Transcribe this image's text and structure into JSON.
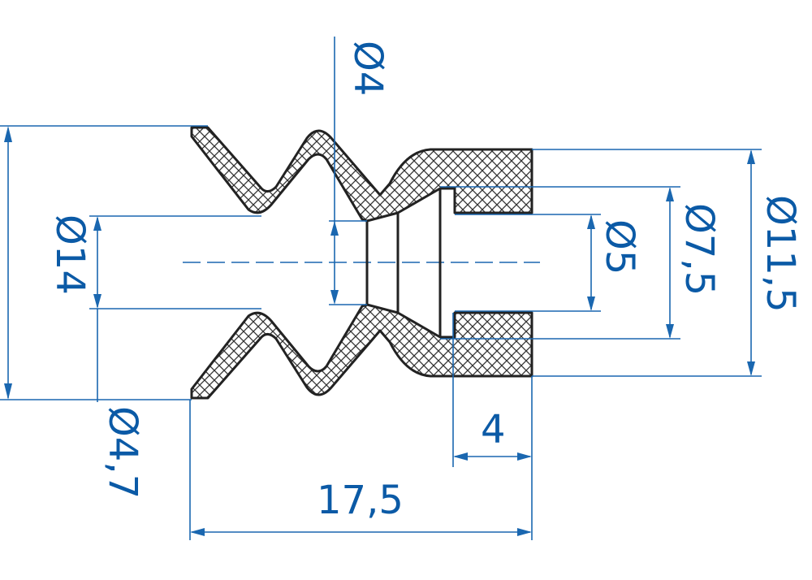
{
  "colors": {
    "dimension": "#0b5aa6",
    "outline": "#222222",
    "hatch": "#333333"
  },
  "dimensions": {
    "d4": "Ø4",
    "d14": "Ø14",
    "d4_7": "Ø4,7",
    "d5": "Ø5",
    "d7_5": "Ø7,5",
    "d11_5": "Ø11,5",
    "len4": "4",
    "len17_5": "17,5"
  }
}
